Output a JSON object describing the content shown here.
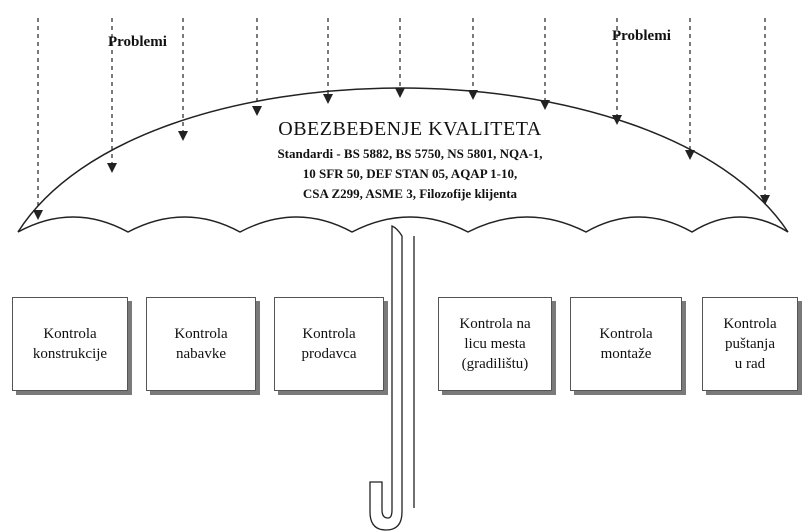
{
  "diagram": {
    "problems_left": "Problemi",
    "problems_right": "Problemi",
    "title": "OBEZBEĐENJE KVALITETA",
    "standards": [
      "Standardi - BS 5882, BS 5750, NS 5801, NQA-1,",
      "10 SFR 50, DEF STAN 05, AQAP 1-10,",
      "CSA Z299, ASME 3, Filozofije klijenta"
    ],
    "boxes": [
      "Kontrola\nkonstrukcije",
      "Kontrola\nnabavke",
      "Kontrola\nprodavca",
      "Kontrola na\nlicu mesta\n(gradilištu)",
      "Kontrola\nmontaže",
      "Kontrola\npuštanja\nu rad"
    ]
  }
}
